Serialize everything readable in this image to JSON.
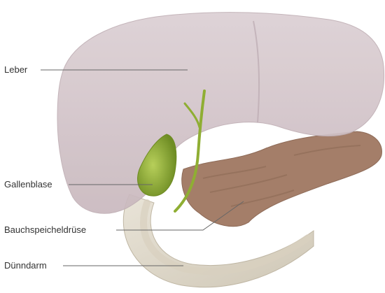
{
  "diagram": {
    "labels": {
      "liver": "Leber",
      "gallbladder": "Gallenblase",
      "pancreas": "Bauchspeicheldrüse",
      "small_intestine": "Dünndarm"
    },
    "colors": {
      "liver": "#d3c6cb",
      "gallbladder": "#8fae33",
      "pancreas": "#a47e69",
      "intestine": "#e2dccf",
      "leader_line": "#666666"
    }
  }
}
